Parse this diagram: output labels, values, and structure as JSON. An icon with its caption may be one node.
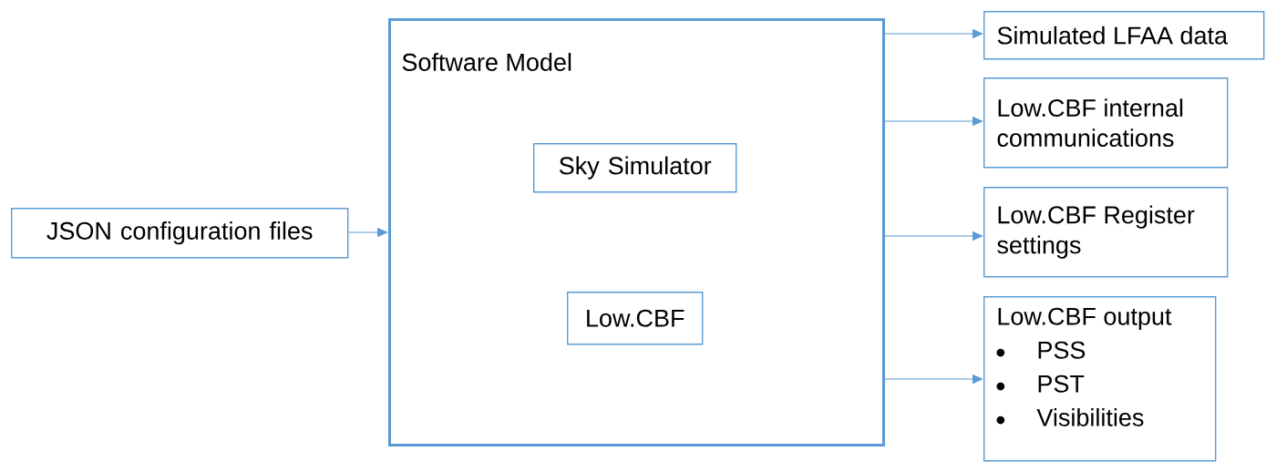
{
  "diagram": {
    "nodes": [
      {
        "text": [
          "JSON configuration files"
        ]
      },
      {
        "text": [
          "Software Model"
        ]
      },
      {
        "text": [
          "Sky Simulator"
        ],
        "in": 1
      },
      {
        "text": [
          "Low.CBF"
        ],
        "in": 1
      },
      {
        "text": [
          "Simulated LFAA data"
        ]
      },
      {
        "text": [
          "Low.CBF internal communications"
        ]
      },
      {
        "text": [
          "Low.CBF Register settings"
        ]
      },
      {
        "text": [
          "Low.CBF output",
          "PSS",
          "PST",
          "Visibilities"
        ]
      }
    ],
    "edges": [
      {
        "from": 0,
        "to": 1,
        "arrow": "to"
      },
      {
        "from": 1,
        "to": 4,
        "arrow": "to"
      },
      {
        "from": 1,
        "to": 5,
        "arrow": "to"
      },
      {
        "from": 1,
        "to": 6,
        "arrow": "to"
      },
      {
        "from": 1,
        "to": 7,
        "arrow": "to"
      }
    ]
  }
}
